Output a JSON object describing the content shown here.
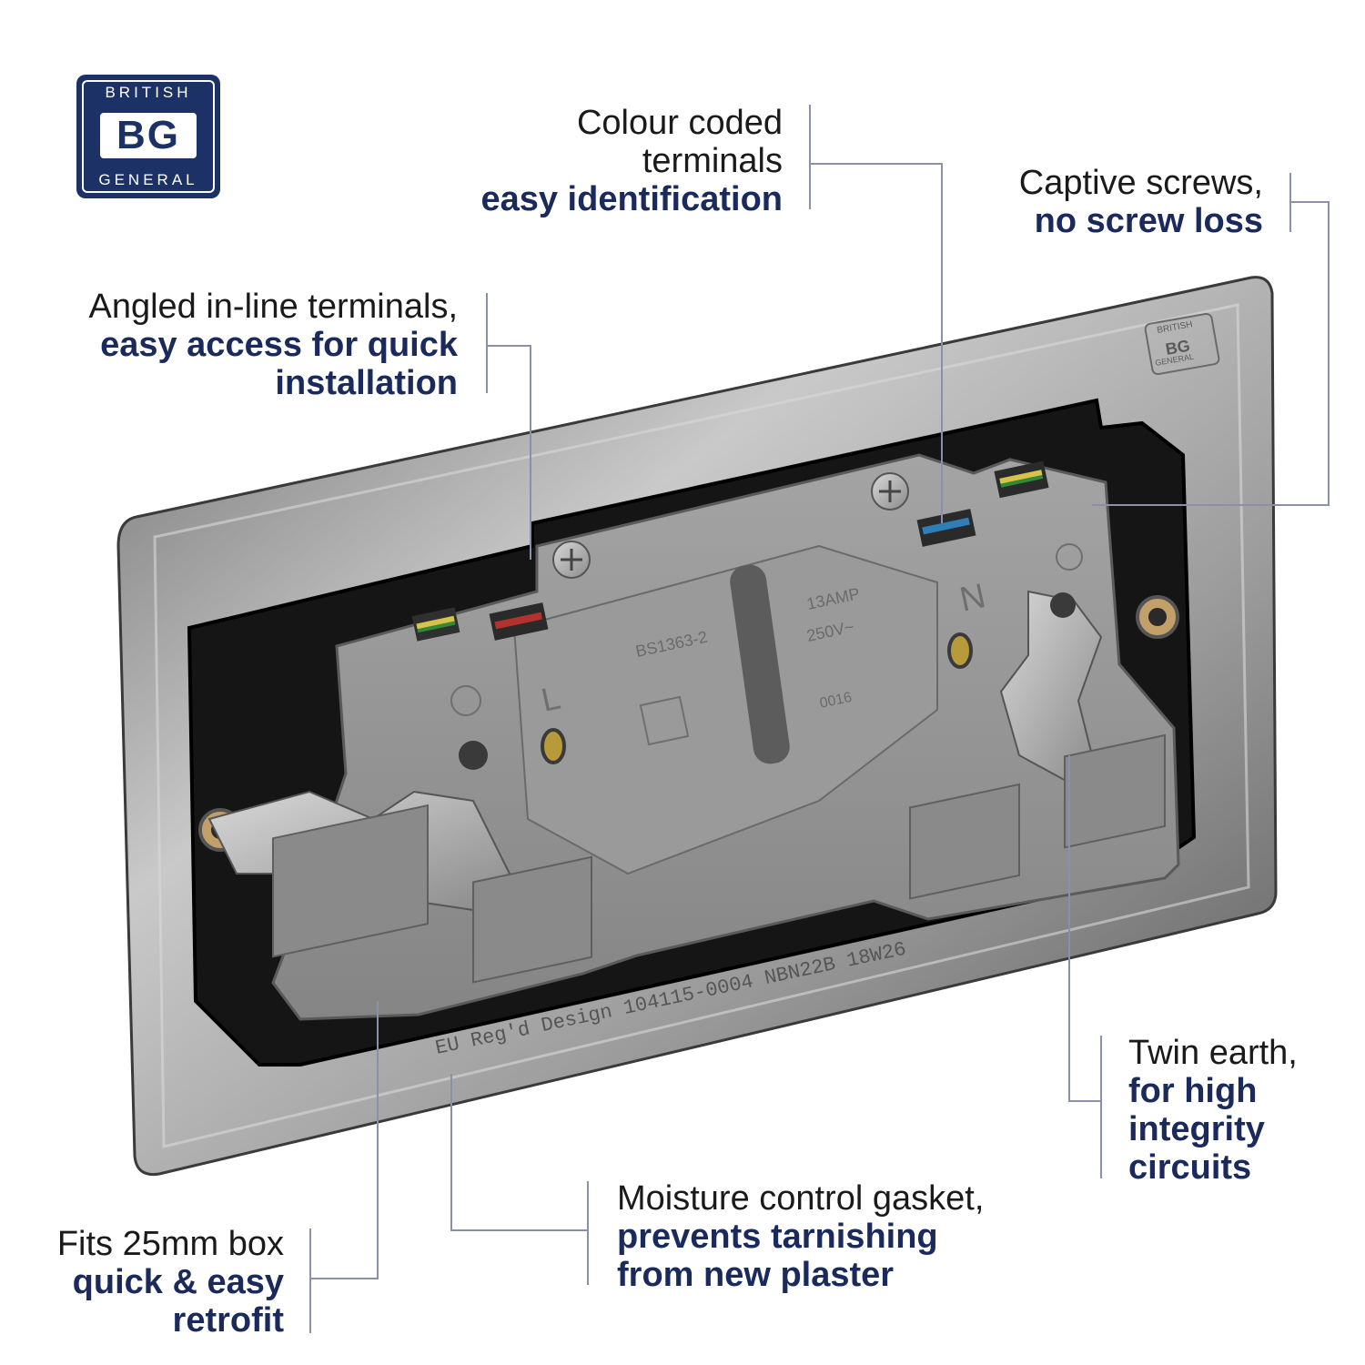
{
  "logo": {
    "top": "BRITISH",
    "mark": "BG",
    "bottom": "GENERAL"
  },
  "callouts": {
    "colour_coded": {
      "line1": "Colour coded",
      "line2": "terminals",
      "bold1": "easy identification"
    },
    "captive": {
      "line1": "Captive screws,",
      "bold1": "no screw loss"
    },
    "angled": {
      "line1": "Angled in-line terminals,",
      "bold1": "easy access for quick",
      "bold2": "installation"
    },
    "twin_earth": {
      "line1": "Twin earth,",
      "bold1": "for high",
      "bold2": "integrity",
      "bold3": "circuits"
    },
    "moisture": {
      "line1": "Moisture control gasket,",
      "bold1": "prevents tarnishing",
      "bold2": "from new plaster"
    },
    "fits": {
      "line1": "Fits 25mm box",
      "bold1": "quick & easy",
      "bold2": "retrofit"
    }
  },
  "product_markings": {
    "standard": "BS1363-2",
    "rating_amp": "13AMP",
    "rating_volt": "250V~",
    "code": "0016",
    "live": "L",
    "neutral": "N",
    "design": "EU Reg'd Design 104115-0004 NBN22B 18W26",
    "plate_logo_top": "BRITISH",
    "plate_logo_mark": "BG",
    "plate_logo_bottom": "GENERAL"
  },
  "colors": {
    "brand_navy": "#1c3266",
    "bold_text": "#1b2a5c",
    "leader_line": "#8a90a8",
    "socket_grey": "#8f8f8f",
    "plate_steel": "#a9a9a9"
  }
}
